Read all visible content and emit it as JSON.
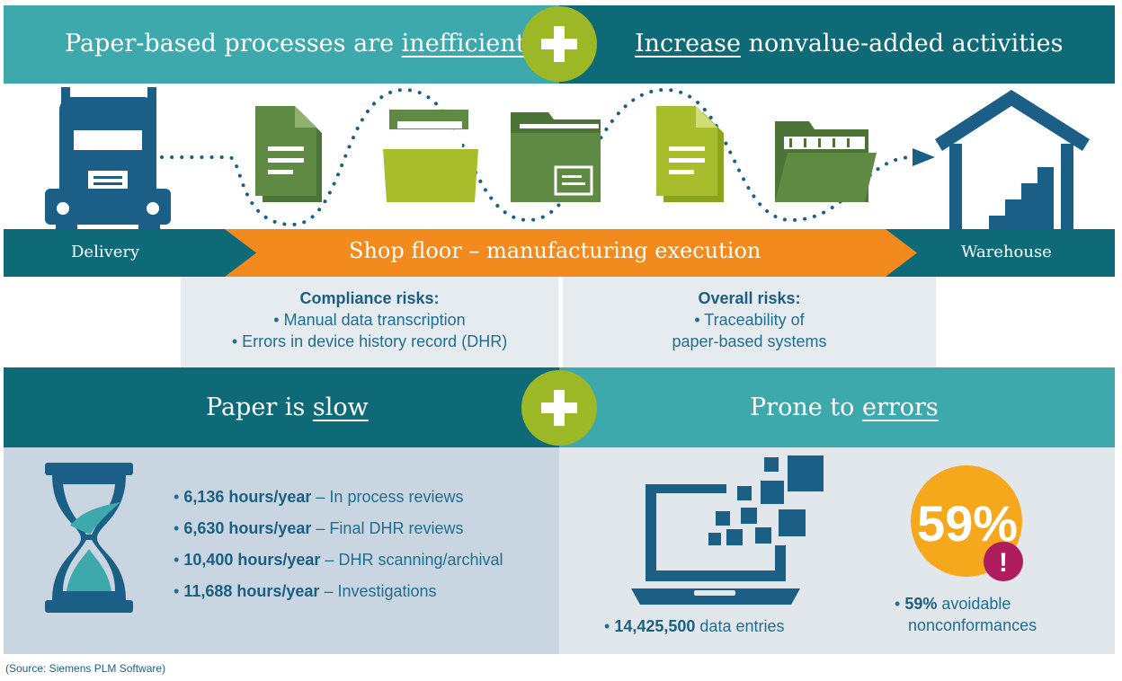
{
  "top_banner": {
    "left_prefix": "Paper-based processes are ",
    "left_emph": "inefficient",
    "right_emph": "Increase",
    "right_suffix": " nonvalue-added activities"
  },
  "process": {
    "start_label": "Delivery",
    "middle_label": "Shop floor – manufacturing execution",
    "end_label": "Warehouse"
  },
  "risks": {
    "compliance": {
      "title": "Compliance risks:",
      "items": [
        "• Manual data transcription",
        "• Errors in device history record (DHR)"
      ]
    },
    "overall": {
      "title": "Overall risks:",
      "items": [
        "• Traceability of",
        "paper-based systems"
      ]
    }
  },
  "second_banner": {
    "left_prefix": "Paper is ",
    "left_emph": "slow",
    "right_prefix": "Prone to ",
    "right_emph": "errors"
  },
  "slow_stats": [
    {
      "value": "6,136 hours/year",
      "desc": " – In process reviews"
    },
    {
      "value": "6,630 hours/year",
      "desc": " – Final DHR reviews"
    },
    {
      "value": "10,400 hours/year",
      "desc": " – DHR scanning/archival"
    },
    {
      "value": "11,688 hours/year",
      "desc": " – Investigations"
    }
  ],
  "errors": {
    "data_entries_value": "14,425,500",
    "data_entries_label": " data entries",
    "badge_percent": "59%",
    "badge_mark": "!",
    "nonconf_value": "59%",
    "nonconf_line1": " avoidable",
    "nonconf_line2": "nonconformances"
  },
  "bullet": "•",
  "source": "(Source: Siemens PLM Software)",
  "colors": {
    "teal_light": "#3ea9ad",
    "teal_dark": "#0f6a78",
    "navy": "#1a5f83",
    "olive": "#5f8a44",
    "lime": "#a7bd2b",
    "orange": "#f28a1e",
    "amber": "#f5a81c",
    "magenta": "#b01d5e"
  },
  "icons": [
    "truck-icon",
    "document-icon",
    "file-drawer-icon",
    "folder-icon",
    "document-icon",
    "open-folder-icon",
    "warehouse-icon",
    "hourglass-icon",
    "laptop-icon",
    "exclamation-icon"
  ]
}
